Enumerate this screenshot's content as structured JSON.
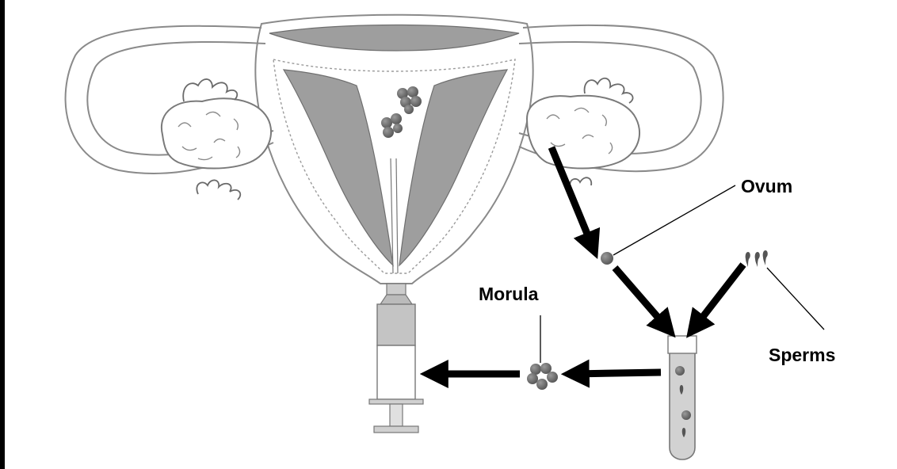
{
  "labels": {
    "ovum": "Ovum",
    "sperms": "Sperms",
    "morula": "Morula"
  },
  "colors": {
    "outline": "#8a8a8a",
    "tissue": "#9e9e9e",
    "cell": "#6d6d6d",
    "arrow": "#000000",
    "frame": "#000000"
  }
}
